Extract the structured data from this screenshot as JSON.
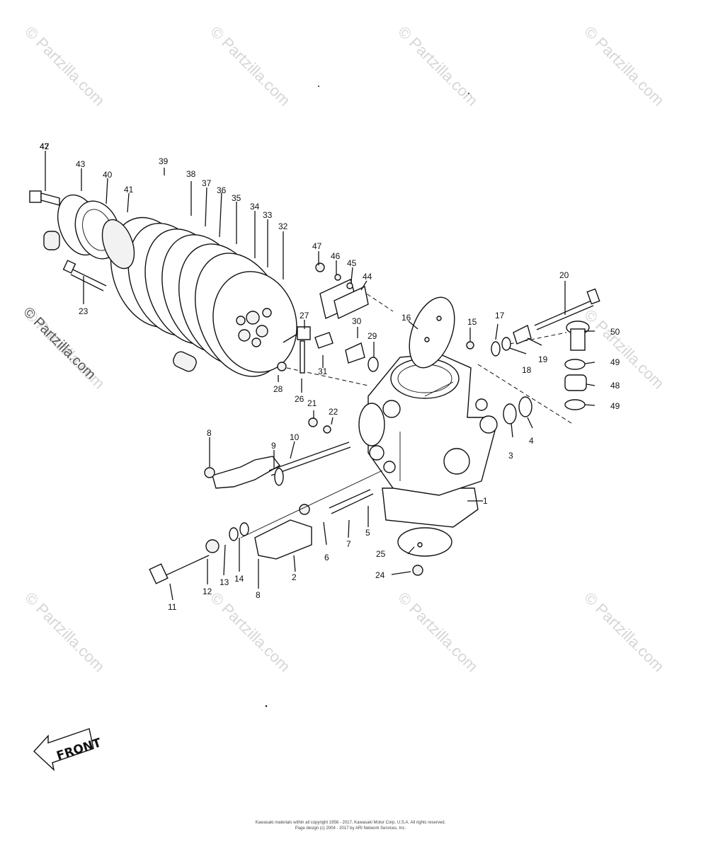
{
  "watermark": "© Partzilla.com",
  "front_label": "FRONT",
  "footer": {
    "line1": "Kawasaki materials within all copyright 1956 - 2017, Kawasaki Motor Corp. U.S.A. All rights reserved.",
    "line2": "Page design (c) 2004 - 2017 by ARI Network Services, Inc."
  },
  "callouts": [
    "1",
    "2",
    "3",
    "4",
    "5",
    "6",
    "7",
    "8",
    "8",
    "9",
    "10",
    "11",
    "12",
    "13",
    "14",
    "15",
    "16",
    "17",
    "18",
    "19",
    "20",
    "21",
    "22",
    "23",
    "24",
    "25",
    "26",
    "27",
    "28",
    "29",
    "30",
    "31",
    "32",
    "33",
    "34",
    "35",
    "36",
    "37",
    "38",
    "39",
    "40",
    "41",
    "42",
    "43",
    "44",
    "45",
    "46",
    "47",
    "47",
    "48",
    "49",
    "49",
    "50"
  ]
}
